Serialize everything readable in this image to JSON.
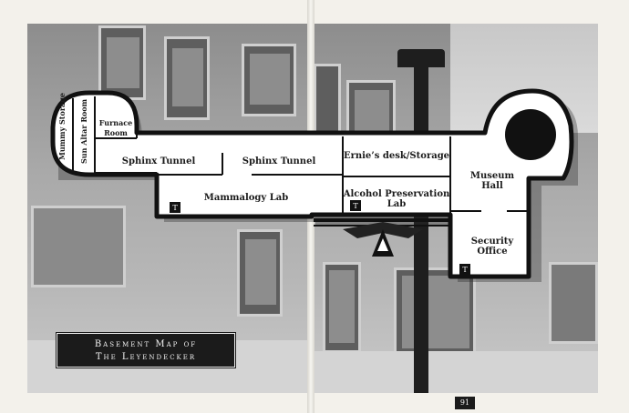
{
  "map": {
    "title_line1": "Basement Map of",
    "title_line2": "The Leyendecker",
    "page_number": "91",
    "elevator_marker": "T",
    "rooms": {
      "mummy_storage": "Mummy Storage",
      "sun_altar_room": "Sun Altar Room",
      "furnace_room_1": "Furnace",
      "furnace_room_2": "Room",
      "sphinx_tunnel_left": "Sphinx Tunnel",
      "sphinx_tunnel_right": "Sphinx Tunnel",
      "mammalogy_lab": "Mammalogy Lab",
      "ernies_desk": "Ernie’s desk/Storage",
      "alcohol_lab_1": "Alcohol Preservation",
      "alcohol_lab_2": "Lab",
      "museum_hall_1": "Museum",
      "museum_hall_2": "Hall",
      "security_office_1": "Security",
      "security_office_2": "Office"
    }
  }
}
